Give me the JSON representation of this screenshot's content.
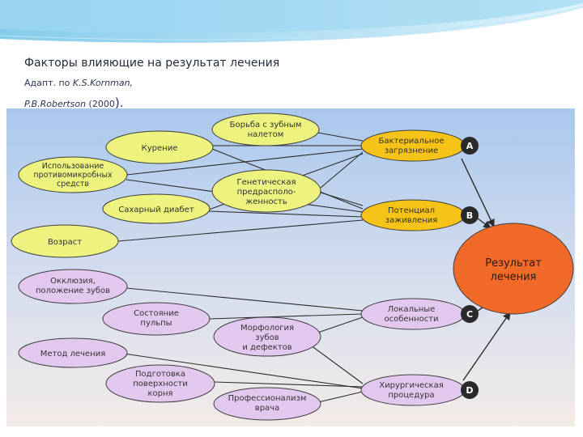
{
  "slide": {
    "title": "Факторы влияющие на результат лечения",
    "source_prefix": "Адапт. по ",
    "source_authors_1": "K.S.Kornman,",
    "source_authors_2": "P.B.Robertson",
    "source_year": " (2000",
    "source_close": ")."
  },
  "colors": {
    "background_top": "#a9c8ec",
    "background_bottom": "#f3ece8",
    "yellow_node": "#eef27e",
    "gold_node": "#f6c318",
    "purple_node": "#e2c8ee",
    "result_node": "#f26a2a",
    "node_stroke": "#3d3d3d"
  },
  "factors": {
    "smoking": "Курение",
    "plaque_control": [
      "Борьба с зубным",
      "налетом"
    ],
    "antimicrobials": [
      "Использование",
      "противомикробных",
      "средств"
    ],
    "genetic": [
      "Генетическая",
      "предрасполо-",
      "женность"
    ],
    "diabetes": "Сахарный диабет",
    "age": "Возраст",
    "occlusion": [
      "Окклюзия,",
      "положение зубов"
    ],
    "pulp": [
      "Состояние",
      "пульпы"
    ],
    "morphology": [
      "Морфология",
      "зубов",
      "и дефектов"
    ],
    "method": "Метод лечения",
    "root_prep": [
      "Подготовка",
      "поверхности",
      "корня"
    ],
    "professionalism": [
      "Профессионализм",
      "врача"
    ]
  },
  "groups": {
    "a": {
      "label": [
        "Бактериальное",
        "загрязнение"
      ],
      "letter": "A"
    },
    "b": {
      "label": [
        "Потенциал",
        "заживления"
      ],
      "letter": "B"
    },
    "c": {
      "label": [
        "Локальные",
        "особенности"
      ],
      "letter": "C"
    },
    "d": {
      "label": [
        "Хирургическая",
        "процедура"
      ],
      "letter": "D"
    }
  },
  "result": {
    "label": [
      "Результат",
      "лечения"
    ]
  }
}
